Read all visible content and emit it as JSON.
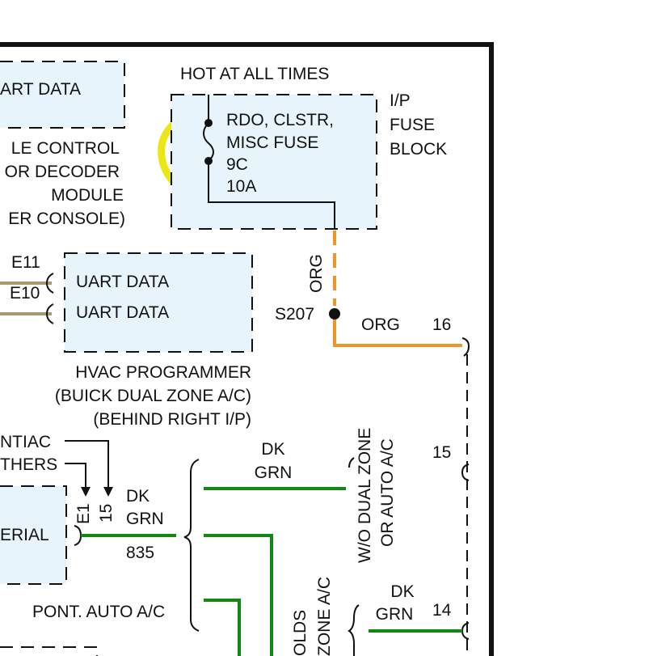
{
  "colors": {
    "background": "#ffffff",
    "box_fill": "#e8f4fc",
    "line_black": "#111111",
    "wire_org": "#ef9528",
    "wire_tan": "#a89a70",
    "wire_dk_grn": "#118811",
    "highlight": "#ebe716"
  },
  "fuse_block": {
    "hot_label": "HOT AT ALL TIMES",
    "fuse_name_1": "RDO, CLSTR,",
    "fuse_name_2": "MISC FUSE",
    "fuse_number": "9C",
    "fuse_rating": "10A",
    "block_name_1": "I/P",
    "block_name_2": "FUSE",
    "block_name_3": "BLOCK"
  },
  "top_left_module": {
    "uart_label": "ART DATA",
    "name_1": "LE CONTROL",
    "name_2": "OR DECODER",
    "name_3": "MODULE",
    "name_4": "ER CONSOLE)"
  },
  "connectors": {
    "e11": "E11",
    "e10": "E10",
    "e1": "E1",
    "c15": "15",
    "pin16": "16",
    "pin15": "15",
    "pin14": "14"
  },
  "hvac": {
    "uart_1": "UART DATA",
    "uart_2": "UART DATA",
    "name_1": "HVAC PROGRAMMER",
    "name_2": "(BUICK DUAL ZONE A/C)",
    "name_3": "(BEHIND RIGHT I/P)"
  },
  "splice": {
    "label": "S207"
  },
  "wires": {
    "org_vertical": "ORG",
    "org_horizontal": "ORG",
    "dk_1": "DK",
    "grn_1": "GRN",
    "dk_2": "DK",
    "grn_2": "GRN",
    "circuit_835": "835",
    "dk_3": "DK",
    "grn_3": "GRN"
  },
  "left_labels": {
    "pontiac_partial": "NTIAC",
    "others_partial": "THERS",
    "serial_partial": "ERIAL",
    "pont_auto_ac": "PONT. AUTO A/C"
  },
  "vertical_labels": {
    "wo_dual_1": "W/O DUAL ZONE",
    "wo_dual_2": "OR AUTO A/C",
    "olds_partial": "OLDS",
    "zone_ac_partial": "ZONE A/C"
  }
}
